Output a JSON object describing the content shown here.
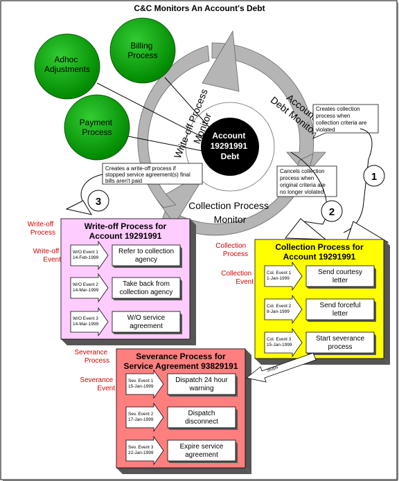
{
  "title": "C&C Monitors An Account's Debt",
  "circles": {
    "adhoc": [
      "Adhoc",
      "Adjustments"
    ],
    "billing": [
      "Billing",
      "Process"
    ],
    "payment": [
      "Payment",
      "Process"
    ]
  },
  "ring": {
    "center": [
      "Account",
      "19291991",
      "Debt"
    ],
    "debt_monitor": [
      "Account",
      "Debt Monitor"
    ],
    "writeoff_monitor": [
      "Write-off Process",
      "Monitor"
    ],
    "collection_monitor": [
      "Collection Process",
      "Monitor"
    ]
  },
  "notes": {
    "creates_collection": [
      "Creates collection",
      "process when",
      "collection criteria are",
      "violated"
    ],
    "cancels_collection": [
      "Cancels collection",
      "process when",
      "original criteria are",
      "no longer violated"
    ],
    "creates_writeoff": [
      "Creates a write-off process if",
      "stopped service agreement(s) final",
      "bills aren't paid"
    ],
    "stops": "stops"
  },
  "numbers": [
    "1",
    "2",
    "3"
  ],
  "labels": {
    "writeoff_process": [
      "Write-off",
      "Process"
    ],
    "writeoff_event": [
      "Write-off",
      "Event"
    ],
    "collection_process": [
      "Collection",
      "Process"
    ],
    "collection_event": [
      "Collection",
      "Event"
    ],
    "severance_process": [
      "Severance",
      "Process"
    ],
    "severance_event": [
      "Severance",
      "Event"
    ]
  },
  "boxes": {
    "writeoff": {
      "title": [
        "Write-off Process for",
        "Account 19291991"
      ],
      "color": "#ffccff",
      "events": [
        {
          "tag": [
            "W/O Event 1",
            "14-Feb-1999"
          ],
          "action": [
            "Refer to collection",
            "agency"
          ]
        },
        {
          "tag": [
            "W/O Event 2",
            "14-Mar-1999"
          ],
          "action": [
            "Take back from",
            "collection agency"
          ]
        },
        {
          "tag": [
            "W/O Event 3",
            "14-Mar-1999"
          ],
          "action": [
            "W/O service",
            "agreement"
          ]
        }
      ]
    },
    "collection": {
      "title": [
        "Collection Process for",
        "Account 19291991"
      ],
      "color": "#ffff00",
      "events": [
        {
          "tag": [
            "Col. Event 1",
            "1-Jan-1999"
          ],
          "action": [
            "Send courtesy",
            "letter"
          ]
        },
        {
          "tag": [
            "Col. Event 2",
            "8-Jan-1999"
          ],
          "action": [
            "Send forceful",
            "letter"
          ]
        },
        {
          "tag": [
            "Col. Event 3",
            "15-Jan-1999"
          ],
          "action": [
            "Start severance",
            "process"
          ]
        }
      ]
    },
    "severance": {
      "title": [
        "Severance Process for",
        "Service Agreement 93829191"
      ],
      "color": "#ff7f7f",
      "events": [
        {
          "tag": [
            "Sev. Event 1",
            "15-Jan-1999"
          ],
          "action": [
            "Dispatch 24 hour",
            "warning"
          ]
        },
        {
          "tag": [
            "Sev. Event 2",
            "17-Jan-1999"
          ],
          "action": [
            "Dispatch",
            "disconnect"
          ]
        },
        {
          "tag": [
            "Sev. Event 3",
            "22-Jan-1999"
          ],
          "action": [
            "Expire service",
            "agreement"
          ]
        }
      ]
    }
  },
  "colors": {
    "circle_green": "#009900",
    "ring_gray": "#b5b5b5",
    "label_red": "#d40000",
    "shadow": "#555555"
  }
}
